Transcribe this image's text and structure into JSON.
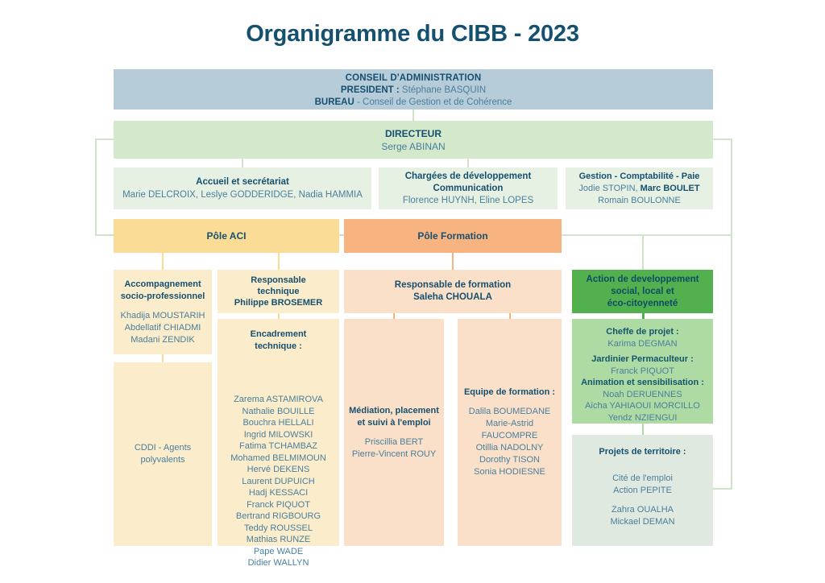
{
  "page": {
    "title": "Organigramme du CIBB - 2023",
    "colors": {
      "title_blue": "#16506f",
      "board_blue_gray": "#b6ccd8",
      "director_green": "#d4e8cc",
      "support_green": "#e6f1e4",
      "pole_aci_orange": "#fbdc96",
      "pole_aci_light": "#fbeccb",
      "pole_formation_orange": "#f7b481",
      "pole_formation_light": "#fbe0c9",
      "action_green": "#52b04e",
      "action_light_green": "#aedba4",
      "projects_gray_green": "#dfe9e0"
    }
  },
  "board": {
    "line1": "CONSEIL D'ADMINISTRATION",
    "line2_label": "PRESIDENT :",
    "line2_value": "Stéphane BASQUIN",
    "line3_label": "BUREAU",
    "line3_value": "- Conseil de Gestion et de Cohérence"
  },
  "director": {
    "title": "DIRECTEUR",
    "name": "Serge ABINAN"
  },
  "support": [
    {
      "title": "Accueil et secrétariat",
      "names": "Marie DELCROIX, Leslye GODDERIDGE, Nadia HAMMIA"
    },
    {
      "title_line1": "Chargées de développement",
      "title_line2": "Communication",
      "names": "Florence HUYNH, Eline LOPES"
    },
    {
      "title": "Gestion - Comptabilité - Paie",
      "names_line1_a": "Jodie STOPIN, ",
      "names_line1_b": "Marc BOULET",
      "names_line2": "Romain BOULONNE"
    }
  ],
  "pole_aci": {
    "header": "Pôle ACI",
    "accompagnement": {
      "title_line1": "Accompagnement",
      "title_line2": "socio-professionnel",
      "names": [
        "Khadija MOUSTARIH",
        "Abdellatif CHIADMI",
        "Madani ZENDIK"
      ]
    },
    "cddi": {
      "label_line1": "CDDI - Agents",
      "label_line2": "polyvalents"
    },
    "responsable_technique": {
      "title_line1": "Responsable",
      "title_line2": "technique",
      "name": "Philippe BROSEMER"
    },
    "encadrement": {
      "title_line1": "Encadrement",
      "title_line2": "technique :",
      "names": [
        "Zarema ASTAMIROVA",
        "Nathalie BOUILLE",
        "Bouchra HELLALI",
        "Ingrid MILOWSKI",
        "Fatima TCHAMBAZ",
        "Mohamed BELMIMOUN",
        "Hervé DEKENS",
        "Laurent DUPUICH",
        "Hadj KESSACI",
        "Franck PIQUOT",
        "Bertrand RIGBOURG",
        "Teddy ROUSSEL",
        "Mathias RUNZE",
        "Pape WADE",
        "Didier WALLYN"
      ]
    }
  },
  "pole_formation": {
    "header": "Pôle Formation",
    "responsable": {
      "title": "Responsable de formation",
      "name": "Saleha CHOUALA"
    },
    "mediation": {
      "title_line1": "Médiation, placement",
      "title_line2": "et suivi à l'emploi",
      "names": [
        "Priscillia BERT",
        "Pierre-Vincent ROUY"
      ]
    },
    "equipe": {
      "title": "Equipe de formation :",
      "names": [
        "Dalila BOUMEDANE",
        "Marie-Astrid",
        "FAUCOMPRE",
        "Otillia NADOLNY",
        "Dorothy TISON",
        "Sonia HODIESNE"
      ]
    }
  },
  "action_developpement": {
    "header_line1": "Action de developpement",
    "header_line2": "social, local et",
    "header_line3": "éco-citoyenneté",
    "cheffe_label": "Cheffe de projet :",
    "cheffe_name": "Karima DEGMAN",
    "jardinier_label": "Jardinier Permaculteur :",
    "jardinier_name": "Franck PIQUOT",
    "animation_label": "Animation et sensibilisation :",
    "animation_names": [
      "Noah DERUENNES",
      "Aicha  YAHIAOUI MORCILLO",
      "Yendz NZIENGUI"
    ],
    "projets": {
      "title": "Projets de territoire :",
      "items": [
        "Cité de l'emploi",
        "Action PEPITE"
      ],
      "names": [
        "Zahra OUALHA",
        "Mickael DEMAN"
      ]
    }
  }
}
